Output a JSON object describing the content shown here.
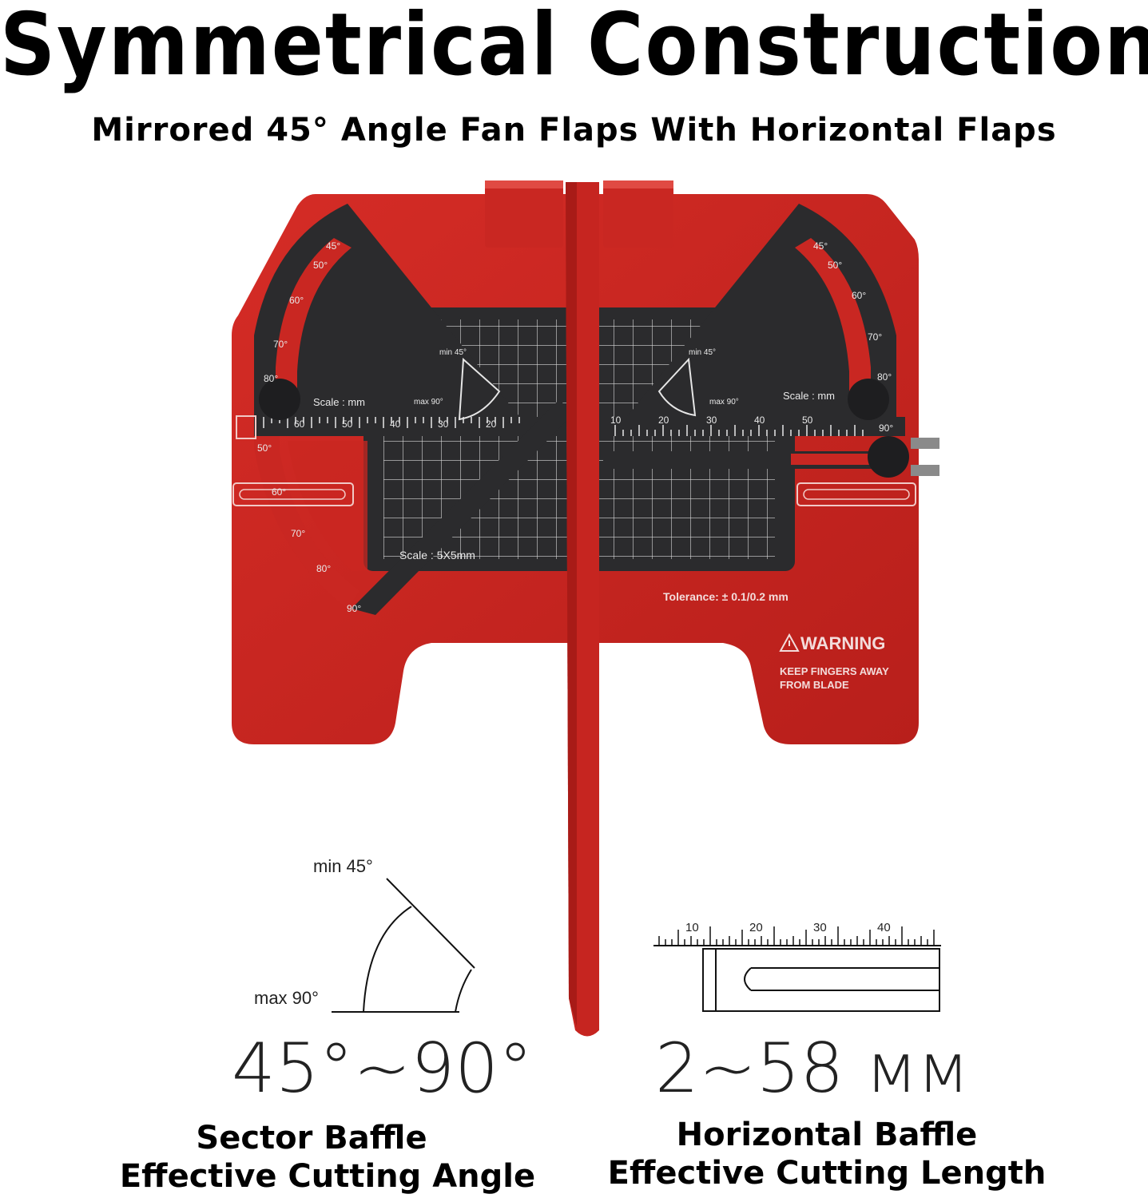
{
  "header": {
    "title": "Symmetrical Construction",
    "subtitle": "Mirrored 45° Angle Fan Flaps With Horizontal Flaps"
  },
  "device": {
    "color_red": "#c92722",
    "color_dark": "#2b2b2d",
    "left_scale_label": "Scale : mm",
    "right_scale_label": "Scale : mm",
    "left_min_label": "min 45°",
    "left_max_label": "max 90°",
    "right_min_label": "min 45°",
    "right_max_label": "max 90°",
    "grid_scale_label": "Scale : 5X5mm",
    "tolerance_label": "Tolerance:  ± 0.1/0.2 mm",
    "warning_title": "WARNING",
    "warning_line1": "KEEP FINGERS AWAY",
    "warning_line2": "FROM BLADE",
    "angle_marks_top_left": [
      "45°",
      "50°",
      "60°",
      "70°",
      "80°"
    ],
    "angle_marks_top_right": [
      "45°",
      "50°",
      "60°",
      "70°",
      "80°"
    ],
    "angle_marks_bottom_left": [
      "50°",
      "60°",
      "70°",
      "80°",
      "90°"
    ],
    "ruler_left_numbers": [
      "60",
      "50",
      "40",
      "30",
      "20"
    ],
    "ruler_right_numbers": [
      "10",
      "20",
      "30",
      "40",
      "50",
      "90°"
    ]
  },
  "sector_diagram": {
    "min_label": "min 45°",
    "max_label": "max 90°",
    "range_label": "45°~90°",
    "caption_line1": "Sector Baffle",
    "caption_line2": "Effective Cutting Angle"
  },
  "horizontal_diagram": {
    "ruler_numbers": [
      "10",
      "20",
      "30",
      "40"
    ],
    "range_label": "2~58 мм",
    "caption_line1": "Horizontal Baffle",
    "caption_line2": "Effective Cutting Length"
  }
}
